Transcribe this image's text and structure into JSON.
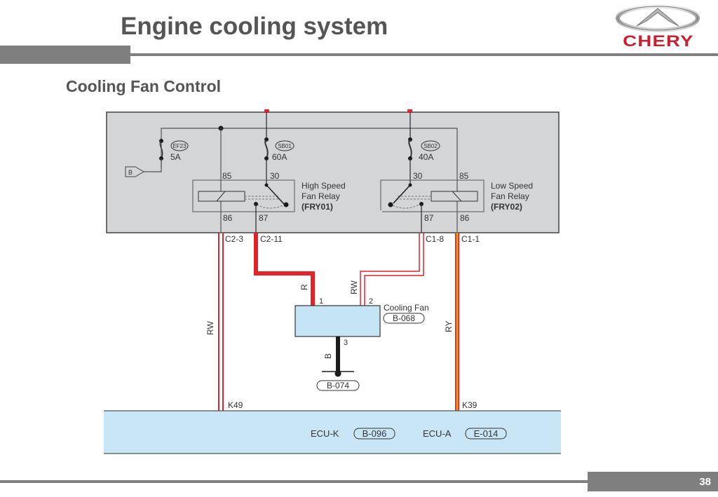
{
  "header": {
    "title": "Engine cooling system",
    "brand": "CHERY",
    "brand_color": "#c8202f"
  },
  "subtitle": "Cooling Fan Control",
  "diagram": {
    "fuses": [
      {
        "id": "EF23",
        "rating": "5A"
      },
      {
        "id": "SB01",
        "rating": "60A"
      },
      {
        "id": "SB02",
        "rating": "40A"
      }
    ],
    "battery_terminal": "B",
    "relays": [
      {
        "name_line1": "High Speed",
        "name_line2": "Fan Relay",
        "code": "(FRY01)",
        "pins": {
          "p85": "85",
          "p30": "30",
          "p86": "86",
          "p87": "87"
        }
      },
      {
        "name_line1": "Low Speed",
        "name_line2": "Fan Relay",
        "code": "(FRY02)",
        "pins": {
          "p30": "30",
          "p85": "85",
          "p87": "87",
          "p86": "86"
        }
      }
    ],
    "connectors": {
      "c2_3": "C2-3",
      "c2_11": "C2-11",
      "c1_8": "C1-8",
      "c1_1": "C1-1",
      "k49": "K49",
      "k39": "K39"
    },
    "wires": {
      "left": "RW",
      "fan_pin1": "R",
      "fan_pin2": "RW",
      "ground": "B",
      "right": "RY"
    },
    "fan": {
      "name": "Cooling Fan",
      "code": "B-068",
      "pins": {
        "p1": "1",
        "p2": "2",
        "p3": "3"
      }
    },
    "ground_code": "B-074",
    "ecu": {
      "k_label": "ECU-K",
      "k_code": "B-096",
      "a_label": "ECU-A",
      "a_code": "E-014"
    },
    "colors": {
      "fusebox_fill": "#d4d5d7",
      "ecu_fill": "#c8e6f6",
      "fan_fill": "#c5e5f7",
      "red_wire": "#e3222a",
      "yellow_wire": "#f3a21b",
      "black_wire": "#1a1a1a"
    }
  },
  "footer": {
    "page": "38"
  }
}
